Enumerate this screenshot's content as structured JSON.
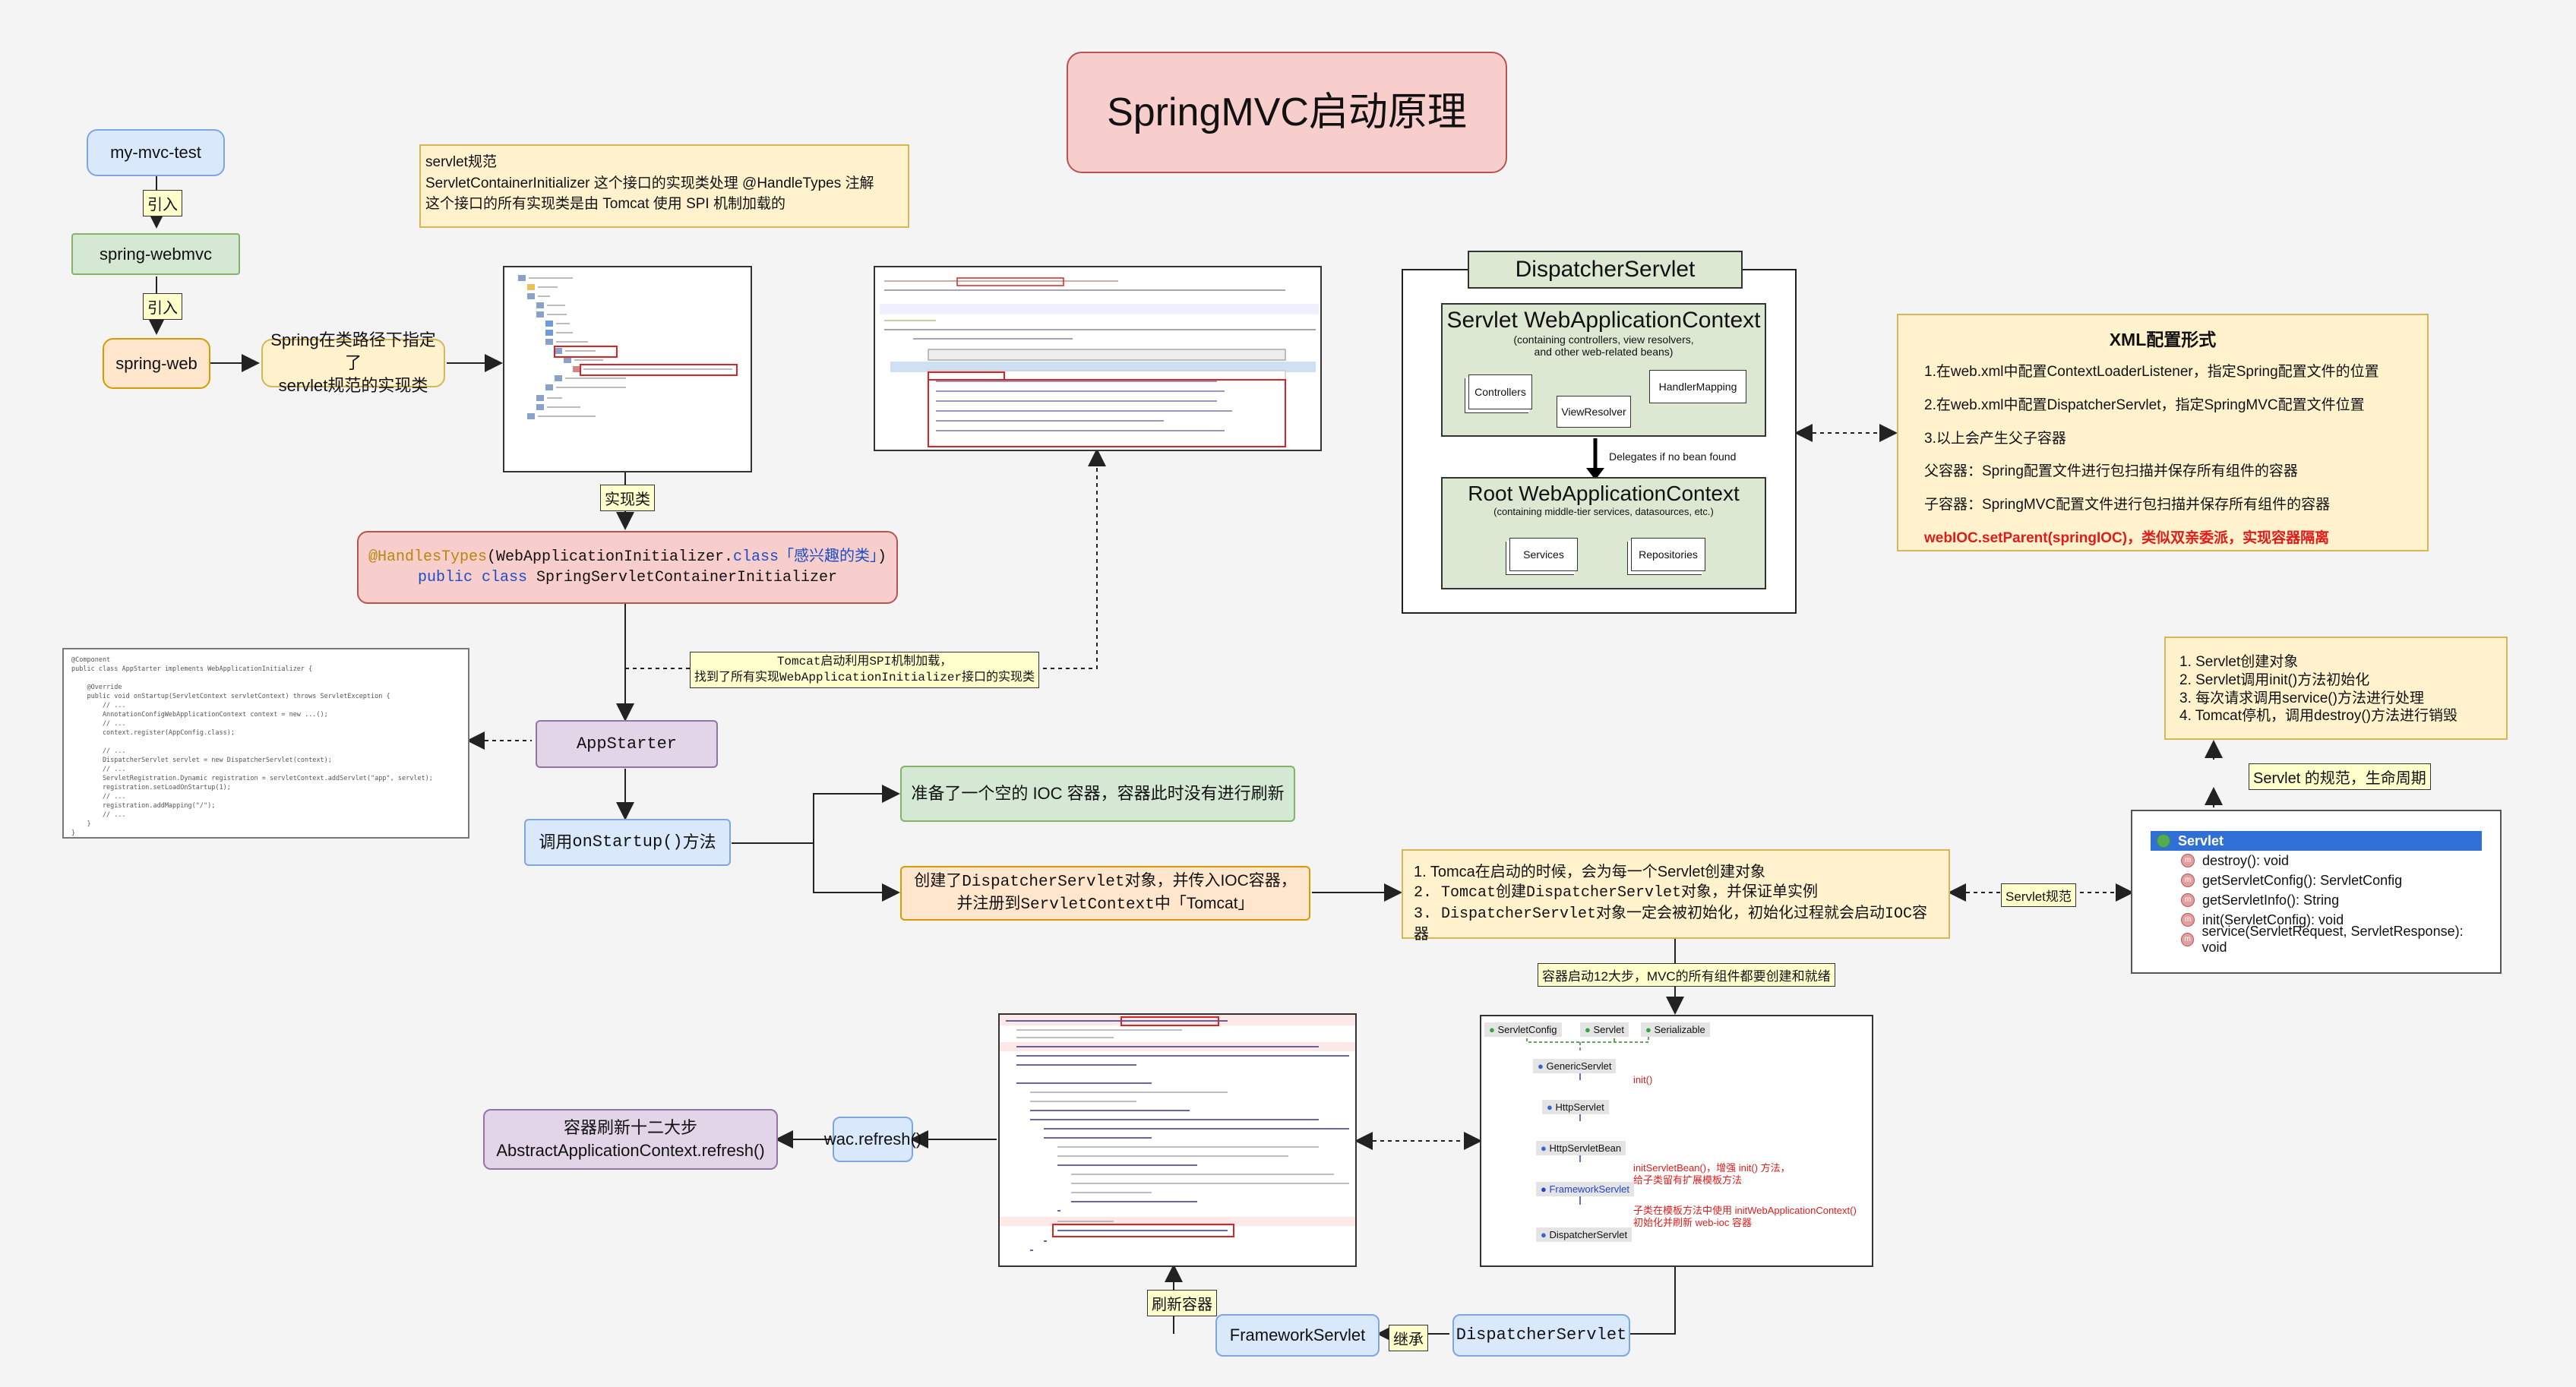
{
  "title": "SpringMVC启动原理",
  "top_chain": {
    "my_mvc_test": "my-mvc-test",
    "spring_webmvc": "spring-webmvc",
    "spring_web": "spring-web",
    "import_label_1": "引入",
    "import_label_2": "引入"
  },
  "spec_note": {
    "line1": "servlet规范",
    "line2": "ServletContainerInitializer 这个接口的实现类处理 @HandleTypes 注解",
    "line3": "这个接口的所有实现类是由 Tomcat 使用 SPI 机制加载的"
  },
  "spring_spec_box": {
    "line1": "Spring在类路径下指定了",
    "line2": "servlet规范的实现类"
  },
  "impl_label": "实现类",
  "handles_box": {
    "annotation": "@HandlesTypes",
    "arg": "(WebApplicationInitializer.",
    "kw_class": "class",
    "cn": "「感兴趣的类」",
    "close": ")",
    "line2_kw": "public class",
    "line2_name": "SpringServletContainerInitializer"
  },
  "tomcat_label": {
    "line1": "Tomcat启动利用SPI机制加载，",
    "line2": "找到了所有实现WebApplicationInitializer接口的实现类"
  },
  "app_starter": "AppStarter",
  "onstartup": {
    "pre": "调用",
    "code": "onStartup()",
    "post": "方法"
  },
  "ioc_box": "准备了一个空的 IOC 容器，容器此时没有进行刷新",
  "dispatcher_created": {
    "line1_pre": "创建了",
    "line1_code": "DispatcherServlet",
    "line1_post": "对象，并传入IOC容器，",
    "line2_pre": "并注册到",
    "line2_code": "ServletContext",
    "line2_post": "中「Tomcat」"
  },
  "tomcat_steps": {
    "line1": "1. Tomca在启动的时候，会为每一个Servlet创建对象",
    "line2": "2. Tomcat创建DispatcherServlet对象，并保证单实例",
    "line3": "3. DispatcherServlet对象一定会被初始化，初始化过程就会启动IOC容器"
  },
  "servlet_spec_label": "Servlet规范",
  "lifecycle_label": "Servlet 的规范，生命周期",
  "lifecycle_note": [
    "1. Servlet创建对象",
    "2. Servlet调用init()方法初始化",
    "3. 每次请求调用service()方法进行处理",
    "4. Tomcat停机，调用destroy()方法进行销毁"
  ],
  "servlet_uml": {
    "name": "Servlet",
    "methods": [
      "destroy(): void",
      "getServletConfig(): ServletConfig",
      "getServletInfo(): String",
      "init(ServletConfig): void",
      "service(ServletRequest, ServletResponse): void"
    ]
  },
  "container_label": "容器启动12大步，MVC的所有组件都要创建和就绪",
  "dispatcher_diagram": {
    "title": "DispatcherServlet",
    "servlet_ctx_title": "Servlet WebApplicationContext",
    "servlet_ctx_sub1": "(containing controllers, view resolvers,",
    "servlet_ctx_sub2": "and other web-related beans)",
    "controllers": "Controllers",
    "view_resolver": "ViewResolver",
    "handler_mapping": "HandlerMapping",
    "delegates": "Delegates if no bean found",
    "root_ctx_title": "Root WebApplicationContext",
    "root_ctx_sub": "(containing middle-tier services, datasources, etc.)",
    "services": "Services",
    "repositories": "Repositories"
  },
  "xml_note": {
    "title": "XML配置形式",
    "lines": [
      "1.在web.xml中配置ContextLoaderListener，指定Spring配置文件的位置",
      "2.在web.xml中配置DispatcherServlet，指定SpringMVC配置文件位置",
      "3.以上会产生父子容器",
      "父容器：Spring配置文件进行包扫描并保存所有组件的容器",
      "子容器：SpringMVC配置文件进行包扫描并保存所有组件的容器"
    ],
    "red_line": "webIOC.setParent(springIOC)，类似双亲委派，实现容器隔离"
  },
  "refresh_box": {
    "line1": "容器刷新十二大步",
    "line2": "AbstractApplicationContext.refresh()"
  },
  "wac_refresh": "wac.refresh()",
  "framework_servlet": "FrameworkServlet",
  "dispatcher_servlet": "DispatcherServlet",
  "refresh_label": "刷新容器",
  "inherit_label": "继承",
  "hierarchy": {
    "servlet_config": "ServletConfig",
    "servlet": "Servlet",
    "serializable": "Serializable",
    "generic_servlet": "GenericServlet",
    "init_note": "init()",
    "http_servlet": "HttpServlet",
    "http_servlet_bean": "HttpServletBean",
    "hsb_note1": "initServletBean()，增强 init() 方法，",
    "hsb_note2": "给子类留有扩展模板方法",
    "framework_servlet": "FrameworkServlet",
    "fs_note1": "子类在模板方法中使用 initWebApplicationContext()",
    "fs_note2": "初始化并刷新 web-ioc 容器",
    "dispatcher_servlet": "DispatcherServlet"
  },
  "colors": {
    "blue": "#dae8fc",
    "green": "#d5e8d4",
    "orange": "#ffe6cc",
    "yellow": "#fff2cc",
    "pink": "#f8cecc",
    "purple": "#e1d5e7",
    "red_text": "#e01b1b"
  }
}
